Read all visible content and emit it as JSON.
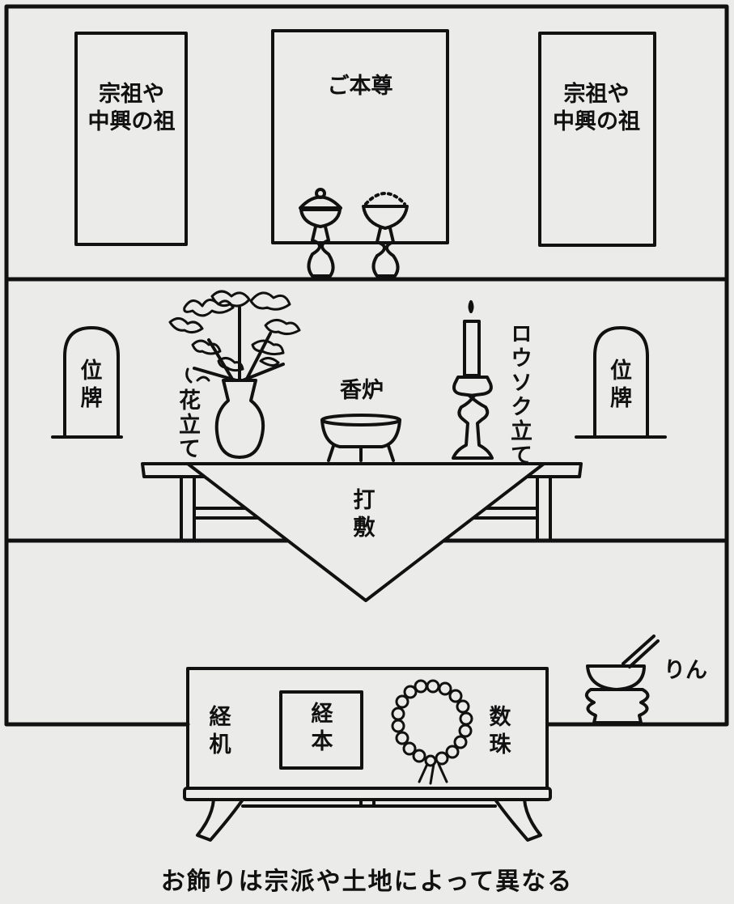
{
  "scroll_left": "宗祖や\n中興の祖",
  "scroll_center": "ご本尊",
  "scroll_right": "宗祖や\n中興の祖",
  "ihai_left": "位\n牌",
  "ihai_right": "位\n牌",
  "hanatate": "花立て",
  "koro": "香炉",
  "rousokutate": "ロウソク立て",
  "uchishiki": "打\n敷",
  "rin": "りん",
  "kyouzukue": "経\n机",
  "kyouhon": "経\n本",
  "juzu": "数\n珠",
  "caption": "お飾りは宗派や土地によって異なる"
}
